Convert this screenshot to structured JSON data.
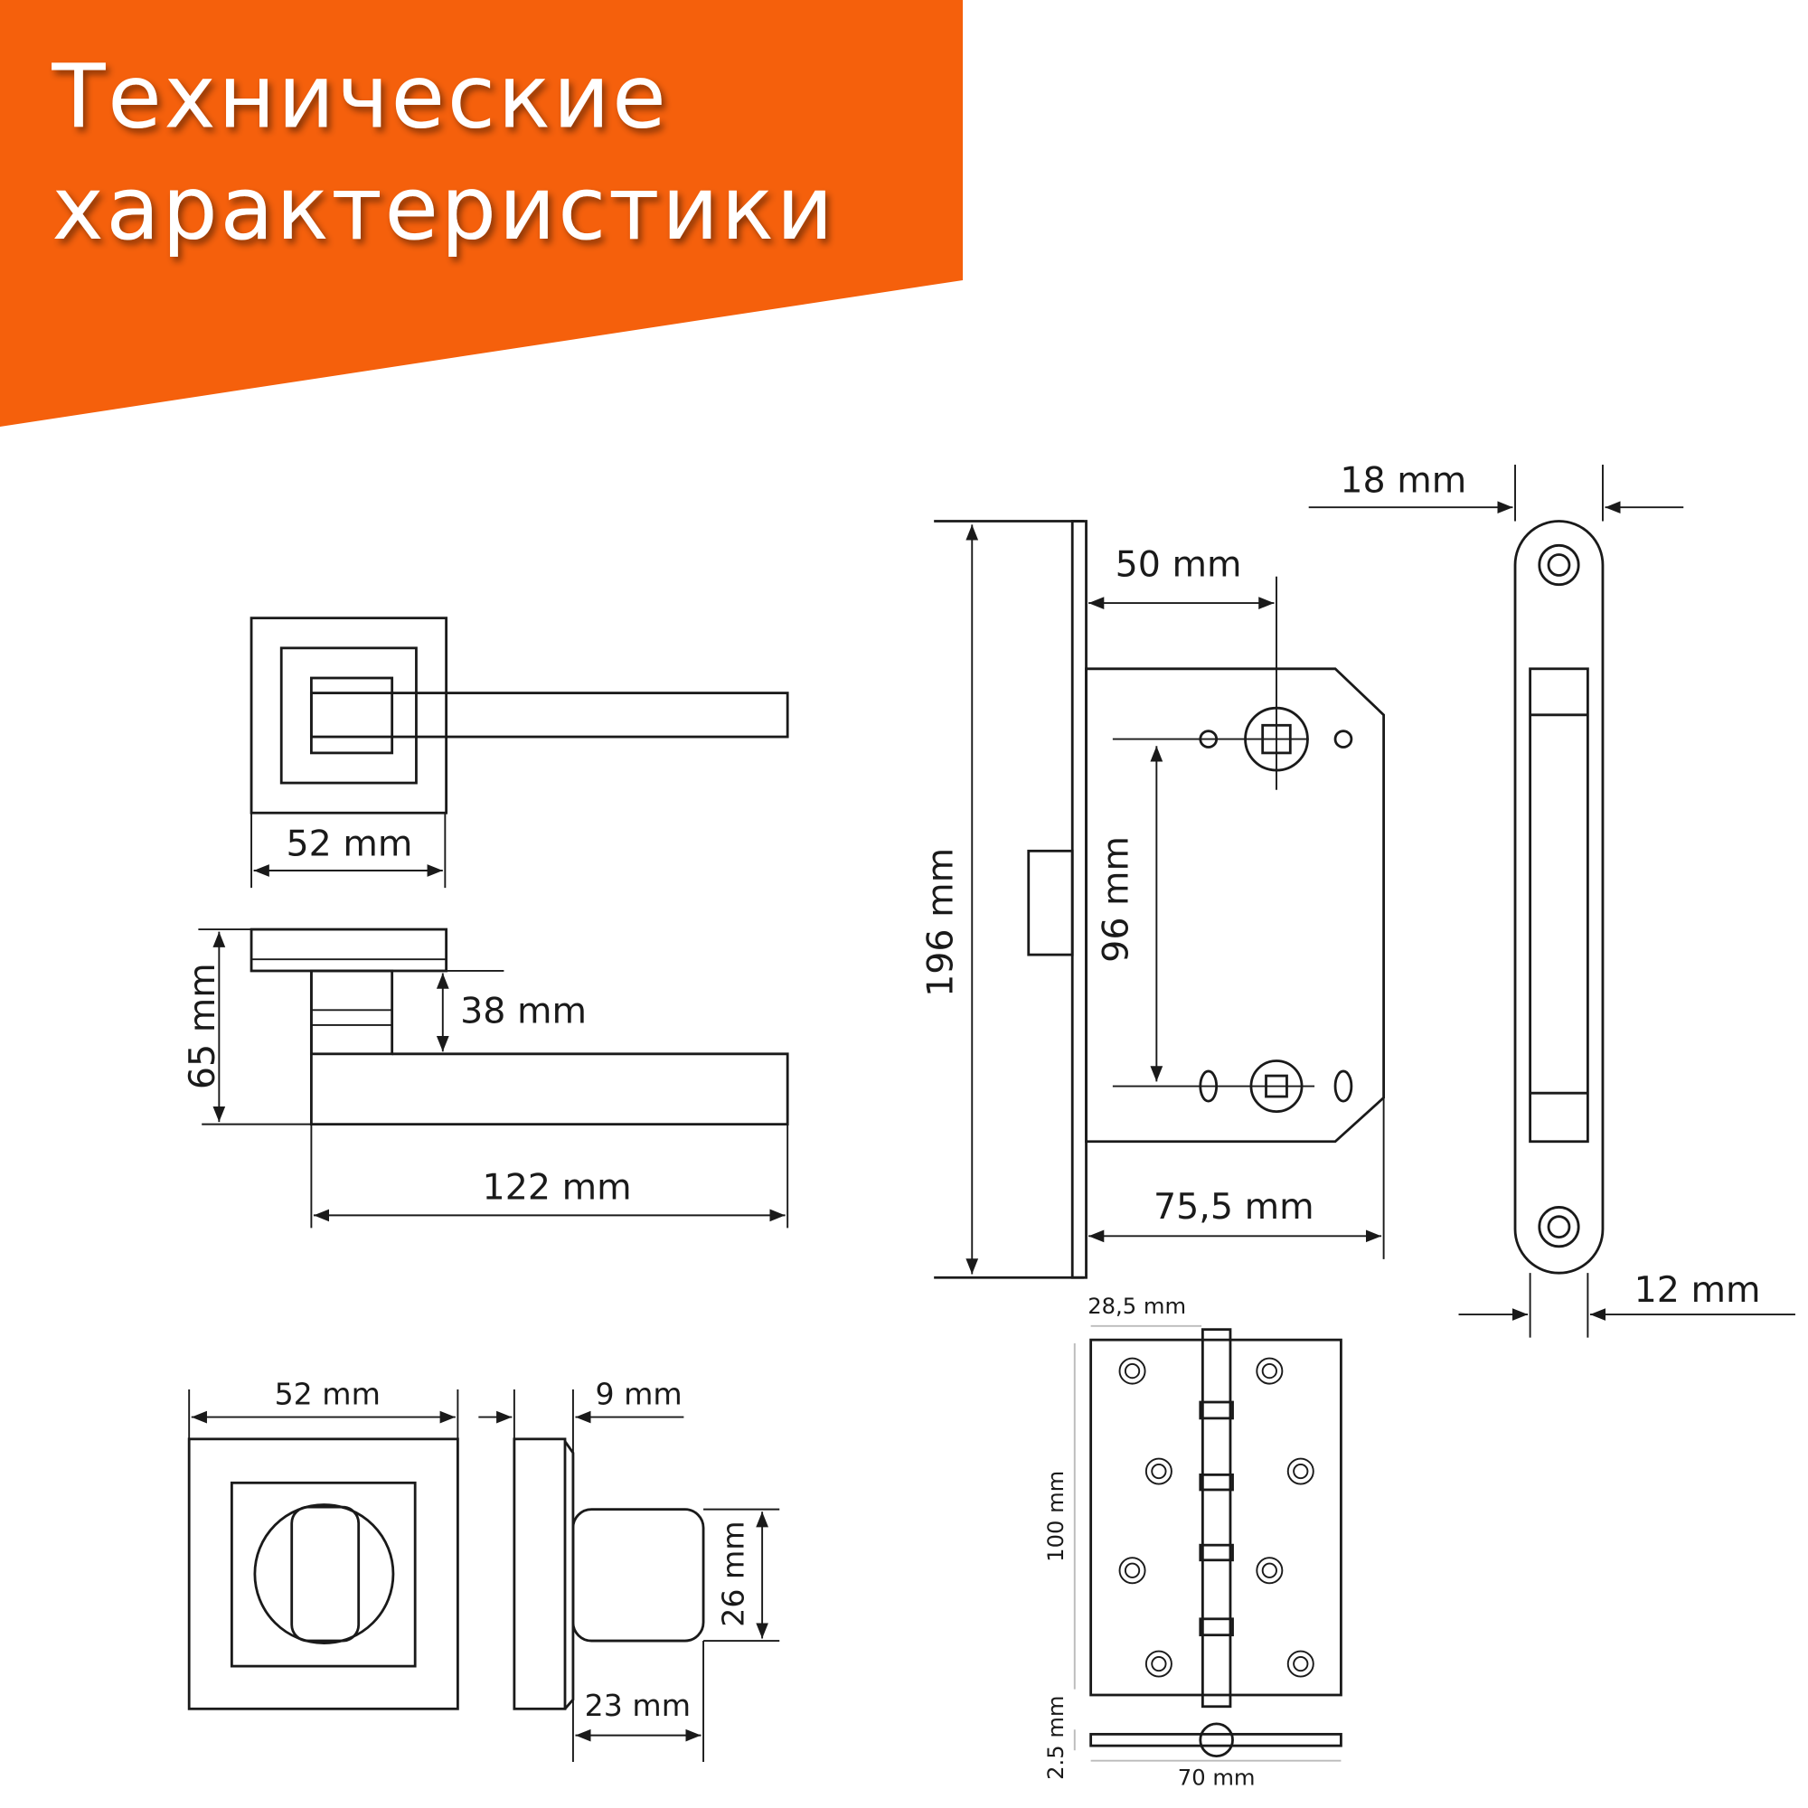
{
  "banner": {
    "title_line1": "Технические",
    "title_line2": "характеристики",
    "color": "#F5600C"
  },
  "handle": {
    "rose_width": "52 mm",
    "height": "65 mm",
    "neck_height": "38 mm",
    "length": "122 mm"
  },
  "lock": {
    "height": "196 mm",
    "backset": "50 mm",
    "center_distance": "96 mm",
    "depth": "75,5 mm",
    "faceplate_width": "18 mm",
    "body_width": "12 mm"
  },
  "thumbturn": {
    "rose_width": "52 mm",
    "rose_thickness": "9 mm",
    "knob_height": "26 mm",
    "knob_depth": "23 mm"
  },
  "hinge": {
    "leaf_width": "28,5 mm",
    "height": "100 mm",
    "thickness": "2.5 mm",
    "open_width": "70 mm"
  }
}
